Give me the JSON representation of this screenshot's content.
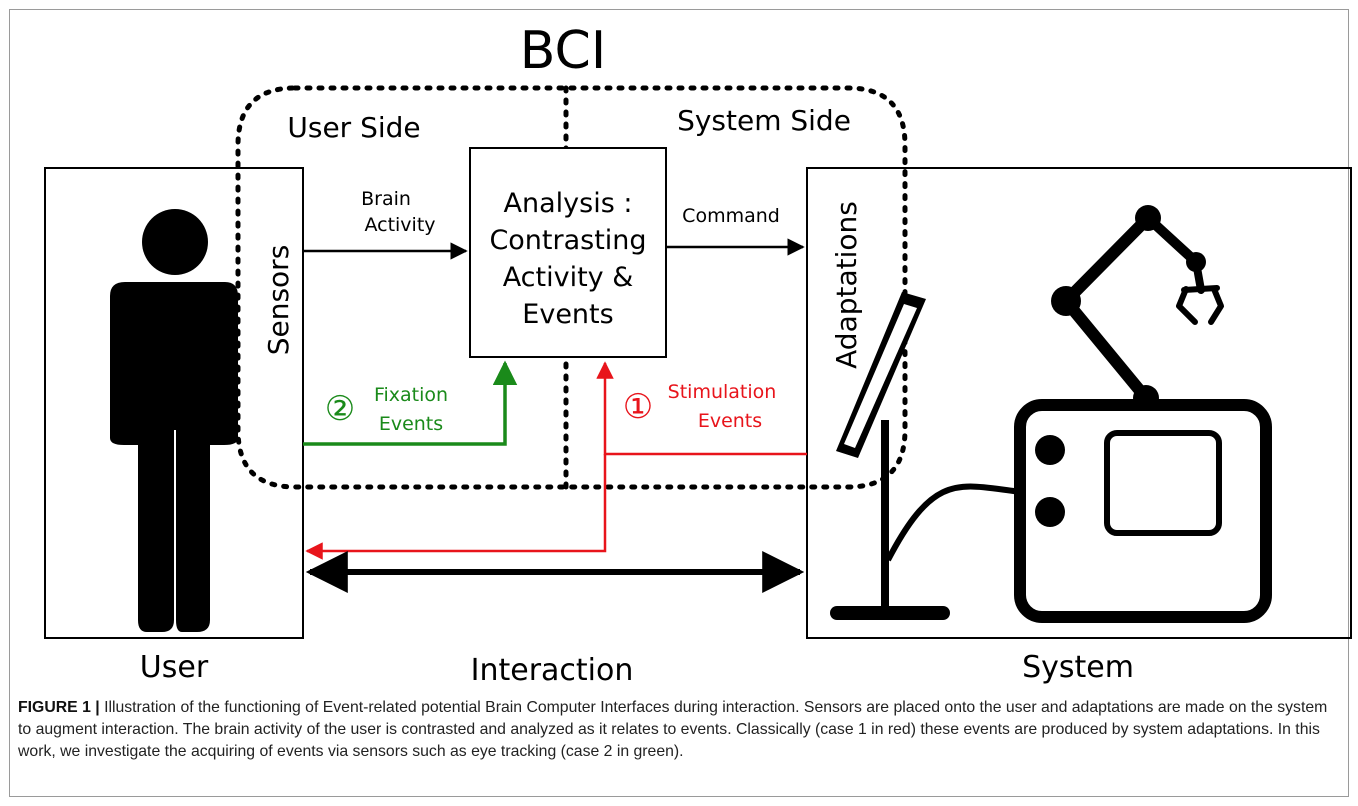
{
  "diagram": {
    "title": "BCI",
    "regions": {
      "user_side": "User Side",
      "system_side": "System Side"
    },
    "boxes": {
      "user": "User",
      "system": "System",
      "analysis": [
        "Analysis :",
        "Contrasting",
        "Activity &",
        "Events"
      ]
    },
    "labels": {
      "sensors": "Sensors",
      "adaptations": "Adaptations",
      "brain_activity": [
        "Brain",
        "Activity"
      ],
      "command": "Command",
      "interaction": "Interaction",
      "fixation": {
        "marker": "②",
        "lines": [
          "Fixation",
          "Events"
        ]
      },
      "stimulation": {
        "marker": "①",
        "lines": [
          "Stimulation",
          "Events"
        ]
      }
    },
    "colors": {
      "case1": "#e8141b",
      "case2": "#1a8a1a",
      "ink": "#000000"
    }
  },
  "caption": {
    "label": "FIGURE 1 |",
    "text": "Illustration of the functioning of Event-related potential Brain Computer Interfaces during interaction. Sensors are placed onto the user and adaptations are made on the system to augment interaction. The brain activity of the user is contrasted and analyzed as it relates to events. Classically (case 1 in red) these events are produced by system adaptations. In this work, we investigate the acquiring of events via sensors such as eye tracking (case 2 in green)."
  },
  "icons": [
    "person-icon",
    "screen-icon",
    "robot-arm-icon",
    "machine-icon"
  ]
}
